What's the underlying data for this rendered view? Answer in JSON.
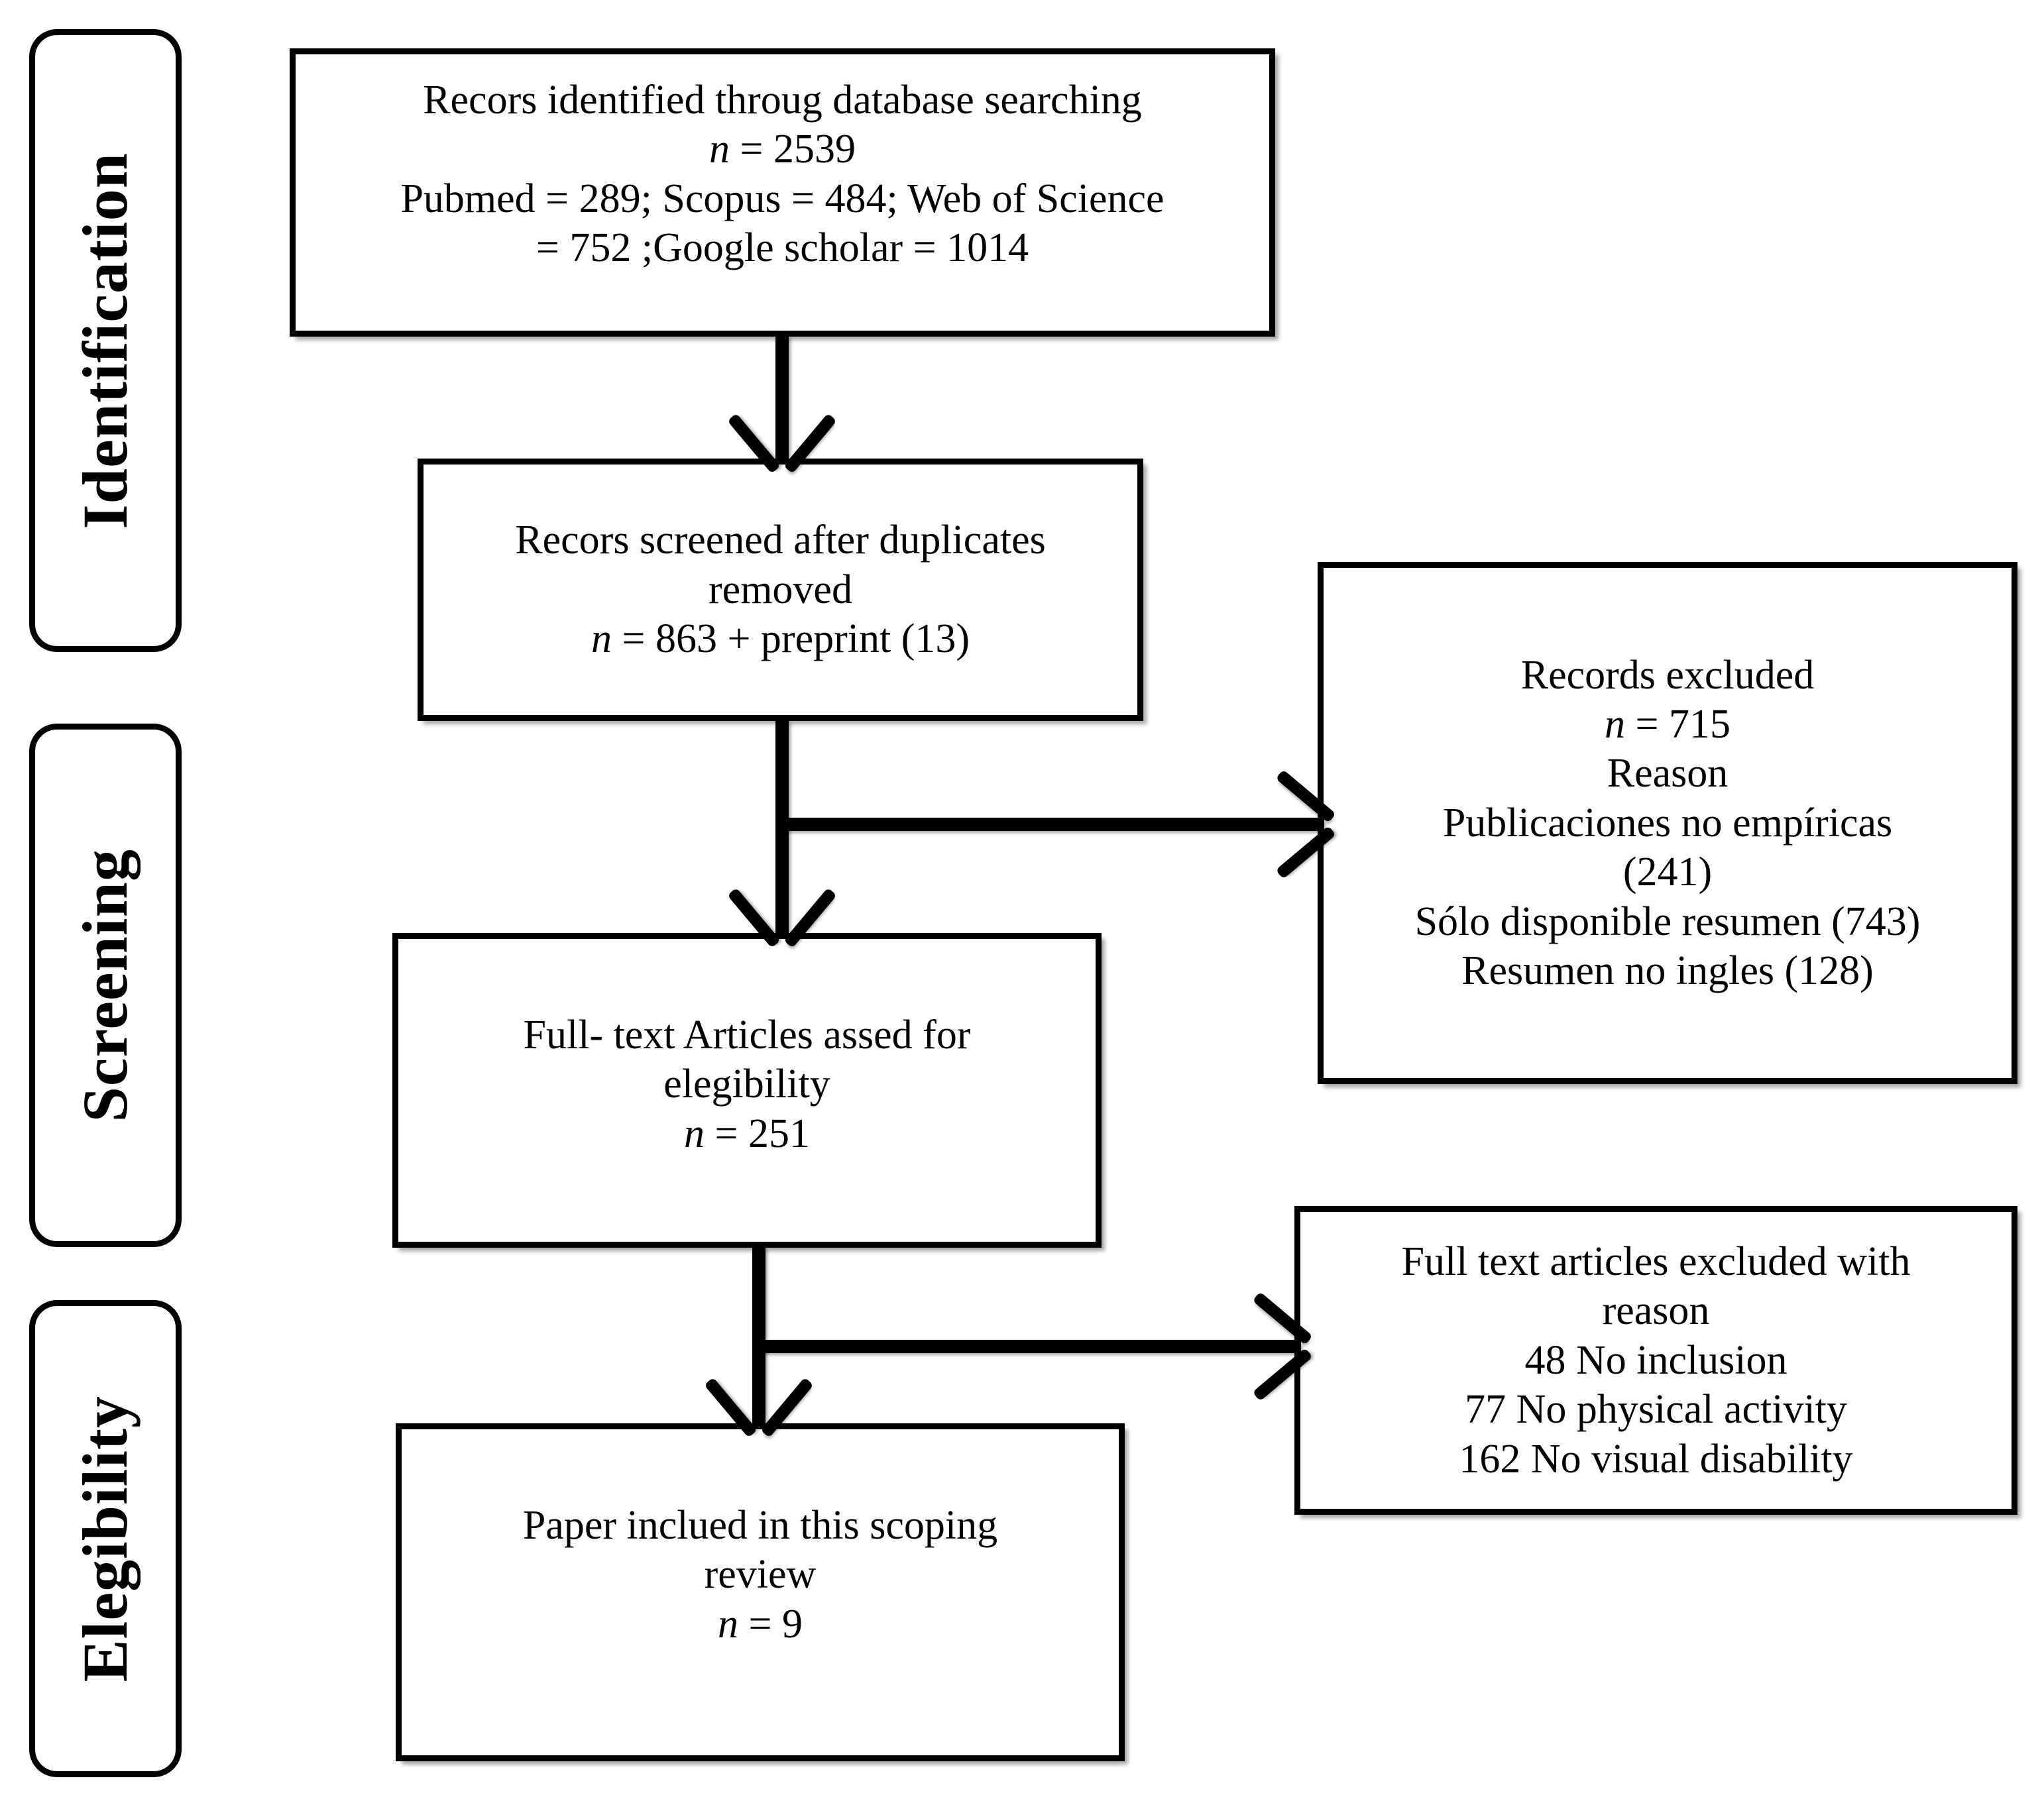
{
  "diagram": {
    "title": "PRISMA scoping review flow diagram",
    "stages": [
      {
        "id": "identification",
        "label": "Identification"
      },
      {
        "id": "screening",
        "label": "Screening"
      },
      {
        "id": "elegibility",
        "label": "Elegibility"
      }
    ],
    "boxes": {
      "records_identified": {
        "id": "records-identified",
        "text": "Recors identified throug database searching\nn = 2539\nPubmed = 289; Scopus = 484; Web of Science\n= 752 ;Google scholar = 1014"
      },
      "records_screened": {
        "id": "records-screened",
        "text": "Recors screened after duplicates\nremoved\nn = 863 + preprint (13)"
      },
      "records_excluded": {
        "id": "records-excluded",
        "text": "Records excluded\nn = 715\nReason\nPublicaciones no empíricas\n(241)\nSólo disponible resumen (743)\nResumen no ingles (128)"
      },
      "fulltext_assessed": {
        "id": "fulltext-assessed",
        "text": "Full- text Articles assed for\nelegibility\nn = 251"
      },
      "fulltext_excluded": {
        "id": "fulltext-excluded",
        "text": "Full text articles excluded with\nreason\n48 No inclusion\n77 No physical activity\n162 No visual disability"
      },
      "papers_included": {
        "id": "papers-included",
        "text": "Paper inclued in this scoping\nreview\nn = 9"
      }
    },
    "connectors": [
      {
        "id": "identified-to-screened",
        "type": "arrow-down"
      },
      {
        "id": "screened-to-fulltext",
        "type": "arrow-down"
      },
      {
        "id": "screened-to-records-excluded",
        "type": "arrow-right"
      },
      {
        "id": "fulltext-to-included",
        "type": "arrow-down"
      },
      {
        "id": "fulltext-to-fulltext-excluded",
        "type": "arrow-right"
      }
    ],
    "colors": {
      "stroke": "#000000",
      "fill": "#ffffff",
      "text": "#000000"
    }
  }
}
